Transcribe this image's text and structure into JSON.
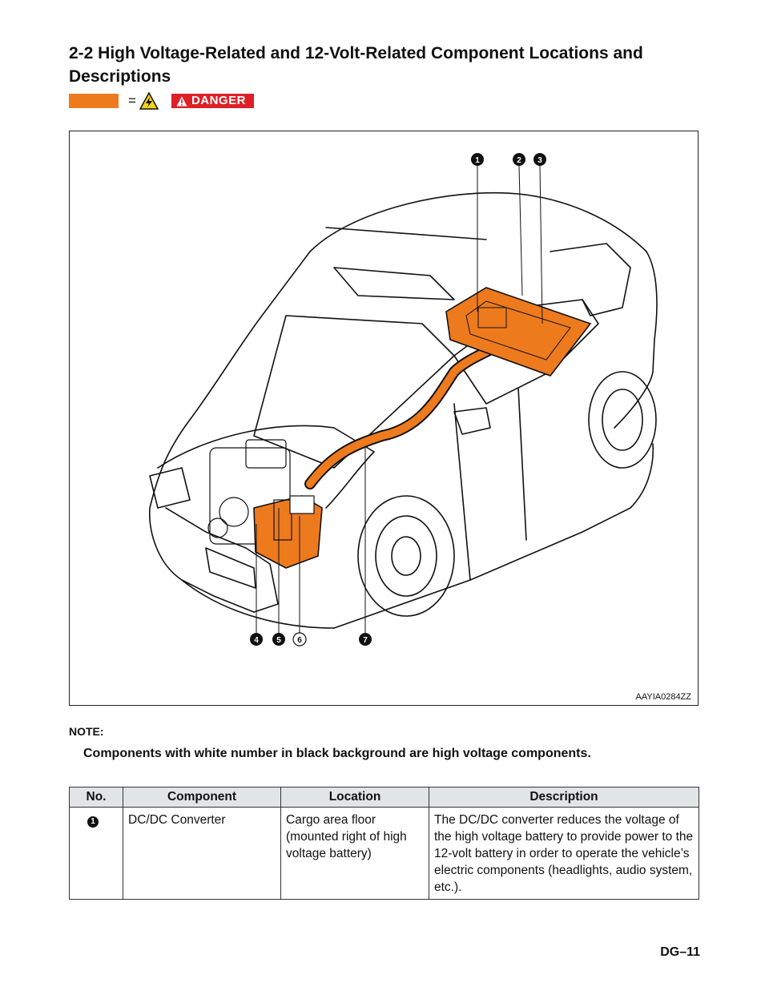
{
  "section_title": "2-2  High Voltage-Related and 12-Volt-Related Component Locations and Descriptions",
  "legend": {
    "equals": "=",
    "danger_label": "DANGER",
    "swatch_color": "#ee7a1e",
    "danger_color": "#e01f26",
    "icon": "high-voltage-warning-icon"
  },
  "figure": {
    "callouts": [
      "1",
      "2",
      "3",
      "4",
      "5",
      "6",
      "7"
    ],
    "code": "AAYIA0284ZZ"
  },
  "note": {
    "label": "NOTE:",
    "text": "Components with white number in black background are high voltage components."
  },
  "table": {
    "headers": [
      "No.",
      "Component",
      "Location",
      "Description"
    ],
    "rows": [
      {
        "no": "1",
        "component": "DC/DC Converter",
        "location": "Cargo area floor (mounted right of high voltage battery)",
        "description": "The DC/DC converter reduces the voltage of the high voltage battery to provide power to the 12-volt battery in order to operate the vehicle’s electric components (headlights, audio system, etc.)."
      }
    ]
  },
  "page_number": "DG–11"
}
